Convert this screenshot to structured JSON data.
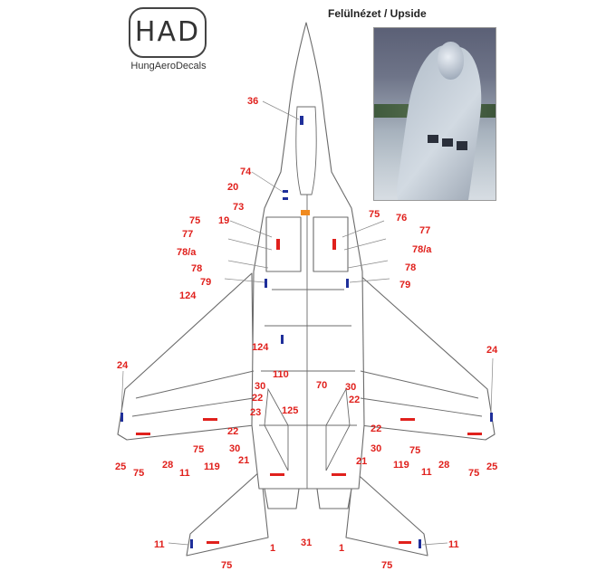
{
  "logo": {
    "mark": "HAD",
    "brand": "HungAeroDecals"
  },
  "view_title": "Felülnézet / Upside",
  "colors": {
    "callout": "#e0201c",
    "marking_blue": "#1f2f9a",
    "marking_red": "#e0201c",
    "outline": "#6b6b6b"
  },
  "callouts": [
    "36",
    "74",
    "20",
    "73",
    "75",
    "19",
    "77",
    "78/a",
    "78",
    "79",
    "124",
    "75",
    "76",
    "77",
    "78/a",
    "78",
    "79",
    "124",
    "110",
    "30",
    "22",
    "23",
    "125",
    "70",
    "30",
    "22",
    "24",
    "24",
    "22",
    "75",
    "30",
    "21",
    "119",
    "28",
    "11",
    "25",
    "75",
    "22",
    "30",
    "21",
    "75",
    "119",
    "11",
    "28",
    "75",
    "25",
    "11",
    "75",
    "1",
    "31",
    "1",
    "11",
    "75"
  ]
}
